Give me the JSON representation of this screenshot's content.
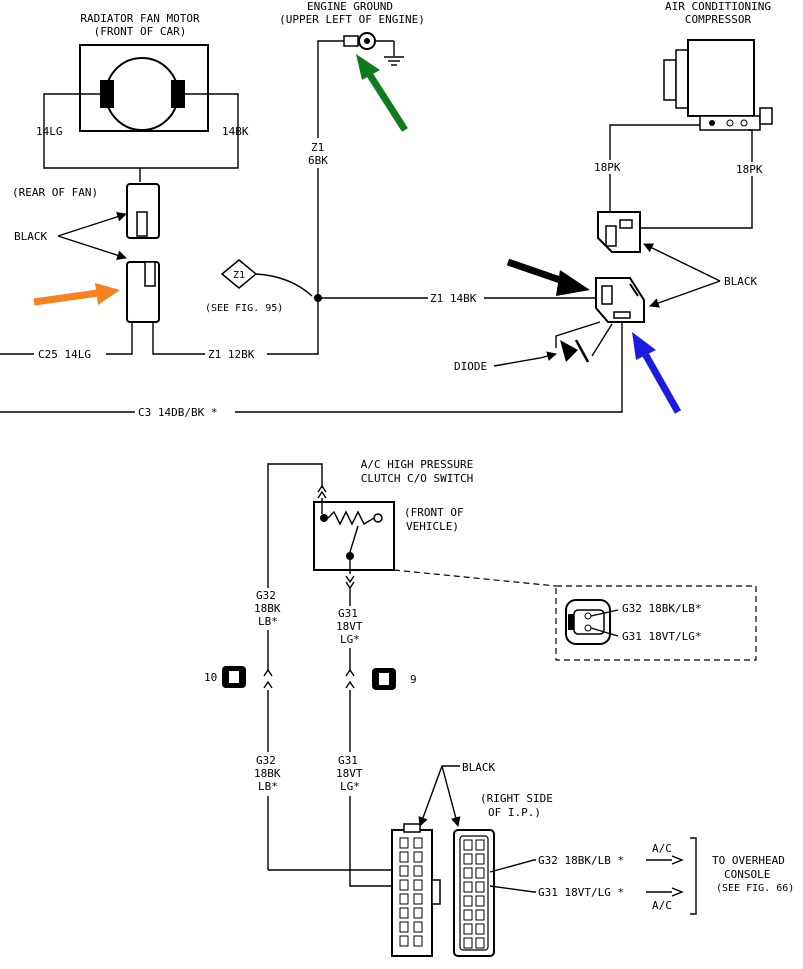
{
  "labels": {
    "fan_title_1": "RADIATOR FAN MOTOR",
    "fan_title_2": "(FRONT OF CAR)",
    "fan_wire_left": "14LG",
    "fan_wire_right": "14BK",
    "rear_of_fan": "(REAR OF FAN)",
    "black_left": "BLACK",
    "ground_title_1": "ENGINE GROUND",
    "ground_title_2": "(UPPER LEFT OF ENGINE)",
    "z1_upper_1": "Z1",
    "z1_upper_2": "6BK",
    "z1_tag": "Z1",
    "see_fig_95": "(SEE FIG. 95)",
    "z1_14bk": "Z1 14BK",
    "c25_14lg": "C25 14LG",
    "z1_12bk": "Z1 12BK",
    "c3_wire": "C3 14DB/BK *",
    "ac_comp_1": "AIR CONDITIONING",
    "ac_comp_2": "COMPRESSOR",
    "pk_left": "18PK",
    "pk_right": "18PK",
    "black_right": "BLACK",
    "diode": "DIODE",
    "switch_title_1": "A/C HIGH PRESSURE",
    "switch_title_2": "CLUTCH C/O SWITCH",
    "front_vehicle_1": "(FRONT OF",
    "front_vehicle_2": "VEHICLE)",
    "g32_a_1": "G32",
    "g32_a_2": "18BK",
    "g32_a_3": "LB*",
    "g31_a_1": "G31",
    "g31_a_2": "18VT",
    "g31_a_3": "LG*",
    "inset_g32": "G32 18BK/LB*",
    "inset_g31": "G31 18VT/LG*",
    "conn_10": "10",
    "conn_9": "9",
    "g32_b_1": "G32",
    "g32_b_2": "18BK",
    "g32_b_3": "LB*",
    "g31_b_1": "G31",
    "g31_b_2": "18VT",
    "g31_b_3": "LG*",
    "black_bottom": "BLACK",
    "right_side_1": "(RIGHT SIDE",
    "right_side_2": "OF I.P.)",
    "g32_out": "G32 18BK/LB *",
    "g31_out": "G31 18VT/LG *",
    "ac_top": "A/C",
    "ac_bottom": "A/C",
    "overhead_1": "TO OVERHEAD",
    "overhead_2": "CONSOLE",
    "overhead_3": "(SEE FIG. 66)"
  },
  "colors": {
    "arrow_orange": "#f7801f",
    "arrow_green": "#0f7a1e",
    "arrow_black": "#000000",
    "arrow_blue": "#1c1ce0"
  }
}
